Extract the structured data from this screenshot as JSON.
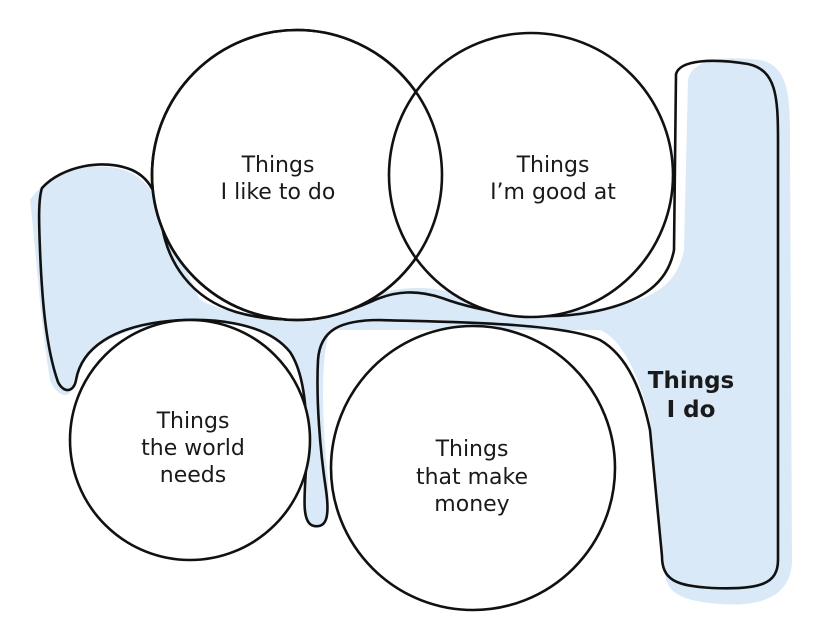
{
  "colors": {
    "blob_fill": "#d9e9f8",
    "outline": "#111111",
    "circle_fill": "#ffffff"
  },
  "circles": {
    "like": {
      "line1": "Things",
      "line2": "I like to do"
    },
    "good": {
      "line1": "Things",
      "line2": "I’m good at"
    },
    "world": {
      "line1": "Things",
      "line2": "the world",
      "line3": "needs"
    },
    "money": {
      "line1": "Things",
      "line2": "that make",
      "line3": "money"
    }
  },
  "blob": {
    "line1": "Things",
    "line2": "I do"
  }
}
